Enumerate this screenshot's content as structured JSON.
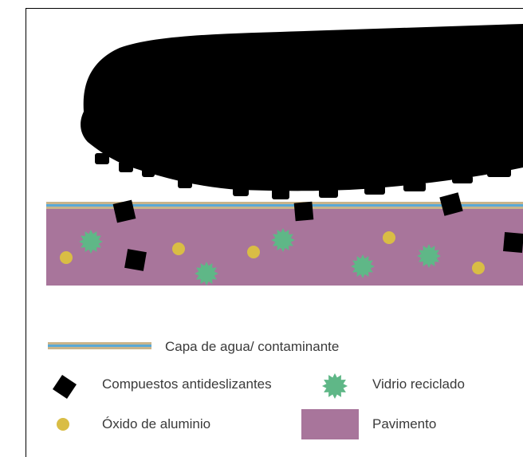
{
  "colors": {
    "pavement": "#a8759b",
    "glass": "#5fb787",
    "alumina": "#d9bd45",
    "compound": "#000000",
    "water_blue": "#5aa9d6",
    "water_tan": "#c9b48a",
    "shoe": "#000000"
  },
  "icons": {
    "compound": "black-diamond-icon",
    "glass": "green-starburst-icon",
    "alumina": "yellow-circle-icon",
    "pavement": "mauve-rectangle-icon",
    "water": "water-layer-stripes-icon"
  },
  "legend": {
    "water_label": "Capa de agua/ contaminante",
    "compound_label": "Compuestos antideslizantes",
    "glass_label": "Vidrio reciclado",
    "alumina_label": "Óxido de aluminio",
    "pavement_label": "Pavimento"
  }
}
